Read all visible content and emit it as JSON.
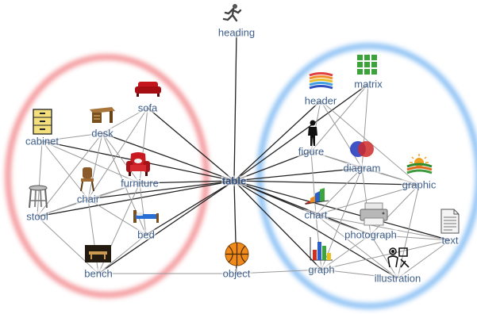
{
  "diagram": {
    "center": {
      "id": "table",
      "label": "table"
    },
    "nodes": [
      {
        "id": "heading",
        "label": "heading",
        "icon": "runner-icon"
      },
      {
        "id": "object",
        "label": "object",
        "icon": "ball-icon"
      },
      {
        "id": "sofa",
        "label": "sofa",
        "icon": "sofa-icon"
      },
      {
        "id": "desk",
        "label": "desk",
        "icon": "desk-icon"
      },
      {
        "id": "cabinet",
        "label": "cabinet",
        "icon": "cabinet-icon"
      },
      {
        "id": "furniture",
        "label": "furniture",
        "icon": "armchair-icon"
      },
      {
        "id": "chair",
        "label": "chair",
        "icon": "chair-icon"
      },
      {
        "id": "stool",
        "label": "stool",
        "icon": "stool-icon"
      },
      {
        "id": "bed",
        "label": "bed",
        "icon": "bed-icon"
      },
      {
        "id": "bench",
        "label": "bench",
        "icon": "bench-icon"
      },
      {
        "id": "matrix",
        "label": "matrix",
        "icon": "grid-icon"
      },
      {
        "id": "header",
        "label": "header",
        "icon": "books-icon"
      },
      {
        "id": "figure",
        "label": "figure",
        "icon": "person-icon"
      },
      {
        "id": "diagram",
        "label": "diagram",
        "icon": "venn-icon"
      },
      {
        "id": "graphic",
        "label": "graphic",
        "icon": "sunrise-icon"
      },
      {
        "id": "chart",
        "label": "chart",
        "icon": "bar-chart-icon"
      },
      {
        "id": "photograph",
        "label": "photograph",
        "icon": "printer-icon"
      },
      {
        "id": "text",
        "label": "text",
        "icon": "document-icon"
      },
      {
        "id": "graph",
        "label": "graph",
        "icon": "column-graph-icon"
      },
      {
        "id": "illustration",
        "label": "illustration",
        "icon": "sketch-icon"
      }
    ],
    "edges": [
      [
        "table",
        "heading"
      ],
      [
        "table",
        "object"
      ],
      [
        "table",
        "sofa"
      ],
      [
        "table",
        "desk"
      ],
      [
        "table",
        "cabinet"
      ],
      [
        "table",
        "furniture"
      ],
      [
        "table",
        "chair"
      ],
      [
        "table",
        "stool"
      ],
      [
        "table",
        "bed"
      ],
      [
        "table",
        "bench"
      ],
      [
        "table",
        "matrix"
      ],
      [
        "table",
        "header"
      ],
      [
        "table",
        "figure"
      ],
      [
        "table",
        "diagram"
      ],
      [
        "table",
        "graphic"
      ],
      [
        "table",
        "chart"
      ],
      [
        "table",
        "photograph"
      ],
      [
        "table",
        "text"
      ],
      [
        "table",
        "graph"
      ],
      [
        "table",
        "illustration"
      ],
      [
        "cabinet",
        "desk"
      ],
      [
        "cabinet",
        "chair"
      ],
      [
        "cabinet",
        "furniture"
      ],
      [
        "cabinet",
        "stool"
      ],
      [
        "desk",
        "sofa"
      ],
      [
        "desk",
        "chair"
      ],
      [
        "desk",
        "furniture"
      ],
      [
        "desk",
        "stool"
      ],
      [
        "desk",
        "bed"
      ],
      [
        "sofa",
        "furniture"
      ],
      [
        "sofa",
        "chair"
      ],
      [
        "furniture",
        "chair"
      ],
      [
        "furniture",
        "stool"
      ],
      [
        "furniture",
        "bed"
      ],
      [
        "furniture",
        "bench"
      ],
      [
        "chair",
        "stool"
      ],
      [
        "chair",
        "bed"
      ],
      [
        "chair",
        "bench"
      ],
      [
        "stool",
        "bench"
      ],
      [
        "bed",
        "bench"
      ],
      [
        "bench",
        "object"
      ],
      [
        "header",
        "figure"
      ],
      [
        "header",
        "diagram"
      ],
      [
        "header",
        "graphic"
      ],
      [
        "matrix",
        "diagram"
      ],
      [
        "matrix",
        "figure"
      ],
      [
        "figure",
        "diagram"
      ],
      [
        "figure",
        "chart"
      ],
      [
        "figure",
        "graphic"
      ],
      [
        "diagram",
        "graphic"
      ],
      [
        "diagram",
        "chart"
      ],
      [
        "diagram",
        "photograph"
      ],
      [
        "diagram",
        "graph"
      ],
      [
        "graphic",
        "photograph"
      ],
      [
        "graphic",
        "illustration"
      ],
      [
        "graphic",
        "chart"
      ],
      [
        "chart",
        "photograph"
      ],
      [
        "chart",
        "text"
      ],
      [
        "chart",
        "graph"
      ],
      [
        "chart",
        "illustration"
      ],
      [
        "photograph",
        "text"
      ],
      [
        "photograph",
        "graph"
      ],
      [
        "photograph",
        "illustration"
      ],
      [
        "text",
        "illustration"
      ],
      [
        "text",
        "graph"
      ],
      [
        "graph",
        "illustration"
      ],
      [
        "graph",
        "object"
      ]
    ],
    "groups": [
      {
        "name": "furniture-cluster",
        "color": "#e8323c"
      },
      {
        "name": "graphics-cluster",
        "color": "#3b8fe8"
      }
    ]
  },
  "colors": {
    "label": "#3f5f8c",
    "edge": "#222222",
    "edge_faint": "#9a9a9a"
  }
}
